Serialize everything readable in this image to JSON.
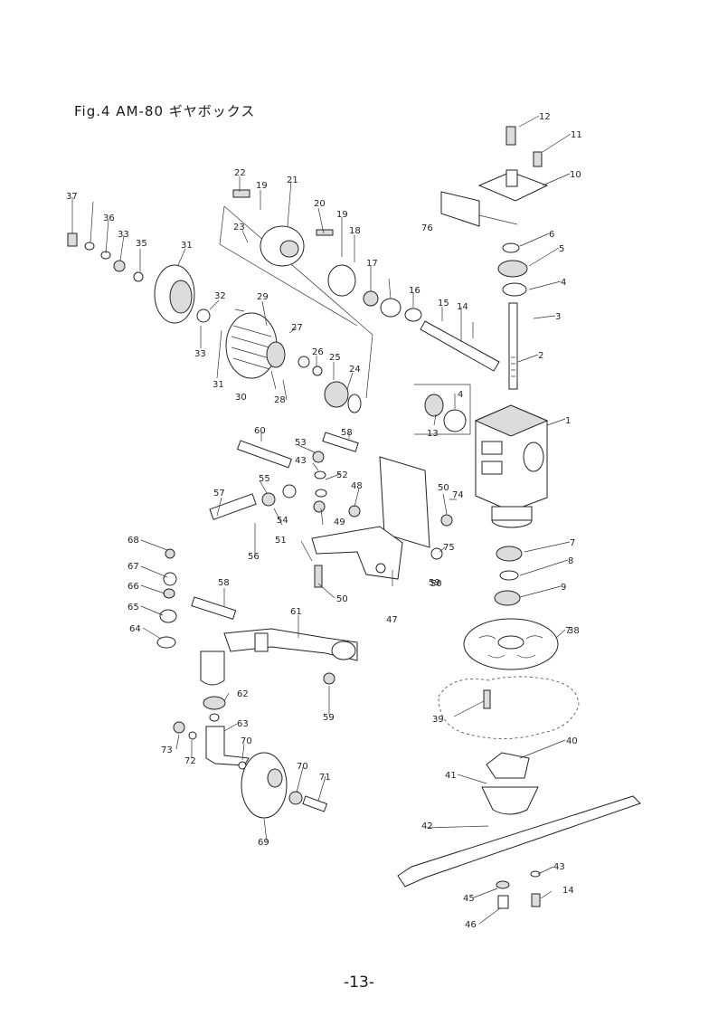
{
  "figure": {
    "title": "Fig.4  AM-80 ギヤボックス",
    "page_number": "-13-"
  },
  "callouts": [
    "1",
    "2",
    "3",
    "4",
    "4",
    "6",
    "5",
    "7",
    "7",
    "8",
    "9",
    "10",
    "11",
    "12",
    "13",
    "14",
    "14",
    "15",
    "16",
    "17",
    "18",
    "19",
    "19",
    "20",
    "21",
    "22",
    "23",
    "24",
    "25",
    "26",
    "27",
    "28",
    "29",
    "30",
    "31",
    "31",
    "32",
    "33",
    "33",
    "35",
    "36",
    "37",
    "38",
    "39",
    "40",
    "41",
    "42",
    "43",
    "43",
    "45",
    "46",
    "47",
    "48",
    "49",
    "50",
    "50",
    "50",
    "51",
    "52",
    "53",
    "54",
    "55",
    "56",
    "57",
    "58",
    "58",
    "59",
    "59",
    "60",
    "61",
    "62",
    "63",
    "64",
    "65",
    "66",
    "67",
    "68",
    "69",
    "70",
    "70",
    "71",
    "72",
    "73",
    "74",
    "75",
    "76"
  ]
}
